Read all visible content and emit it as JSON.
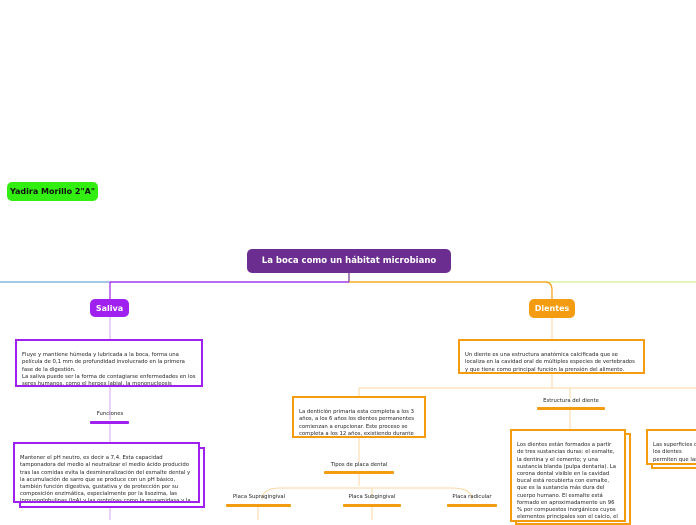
{
  "author": "Yadira Morillo 2\"A\"",
  "title": "La boca como un hábitat microbiano",
  "colors": {
    "title": "#6b2d8f",
    "author": "#33ee11",
    "saliva": "#a020f0",
    "dientes": "#f39c12"
  },
  "saliva": {
    "label": "Saliva",
    "description": "Fluye y mantiene húmeda y lubricada a la boca, forma una película de 0,1 mm de profundidad involucrado en la primera fase de la digestión.\nLa saliva puede ser la forma de contagiarse enfermedades en los seres humanos, como el herpes labial, la mononucleosis infecciosa.",
    "functions_label": "Funciones",
    "functions_text": "Mantener el pH neutro, es decir a 7,4. Esta capacidad tamponadora del medio al neutralizar el medio ácido producido tras las comidas evita la desmineralización del esmalte dental y la acumulación de sarro que se produce con un pH básico, también función digestiva, gustativa y de protección por su composición enzimática, especialmente por la lisozima, las inmunoglobulinas (IgA) y las proteínas como la muramidasa y la lactoferrina"
  },
  "dientes": {
    "label": "Dientes",
    "description": "Un diente es una estructura anatómica calcificada que se localiza en la cavidad oral de múltiples especies de vertebrados y que tiene como principal función la prensión del alimento.",
    "dentition_text": "La dentición primaria esta completa a los 3 años, a los 6 años los dientes permanentes comienzan a erupcionar. Este proceso se completa a los 12 años, existiendo durante todo este proceso variaciones ecológicas",
    "plaque_types_label": "Tipos de placa dental",
    "plaques": [
      "Placa Supragingival",
      "Placa Subgingival",
      "Placa radicular"
    ],
    "structure_label": "Estructura del diente",
    "structure_text": "Los dientes están formados a partir de tres sustancias duras: el esmalte, la dentina y el cemento; y una sustancia blanda (pulpa dentaria). La corona dental visible en la cavidad bucal está recubierta con esmalte, que es la sustancia más dura del cuerpo humano. El esmalte está formado en aproximadamente un 96 % por compuestos inorgánicos cuyos elementos principales son el calcio, el fósforo, el carbonato, el magnesio y el sodio,",
    "surfaces_text": "Las superficies de los dientes permiten que las bacterias y microbios se acumulen en la placa dental del biofilm"
  }
}
